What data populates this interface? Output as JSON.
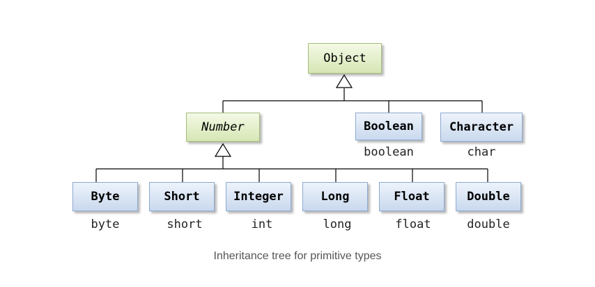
{
  "root": {
    "label": "Object"
  },
  "number": {
    "label": "Number"
  },
  "boolean": {
    "label": "Boolean",
    "primitive": "boolean"
  },
  "character": {
    "label": "Character",
    "primitive": "char"
  },
  "numeric_types": [
    {
      "label": "Byte",
      "primitive": "byte"
    },
    {
      "label": "Short",
      "primitive": "short"
    },
    {
      "label": "Integer",
      "primitive": "int"
    },
    {
      "label": "Long",
      "primitive": "long"
    },
    {
      "label": "Float",
      "primitive": "float"
    },
    {
      "label": "Double",
      "primitive": "double"
    }
  ],
  "caption": "Inheritance tree for primitive types"
}
